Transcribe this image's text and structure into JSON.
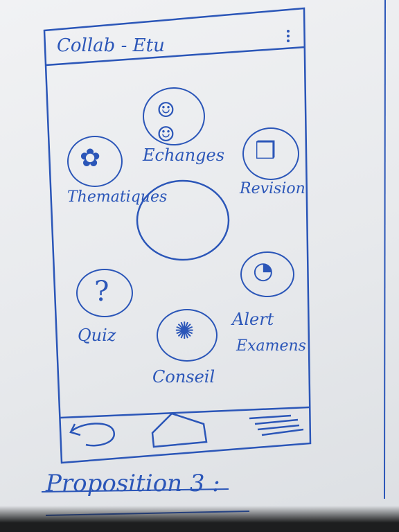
{
  "colors": {
    "ink": "#2b56b8",
    "paper": "#eceef1"
  },
  "app": {
    "title": "Collab - Etu",
    "menu_icon": "vertical-dots-icon"
  },
  "features": [
    {
      "id": "echanges",
      "label": "Echanges",
      "icon": "people-icon"
    },
    {
      "id": "thematiques",
      "label": "Thematiques",
      "icon": "open-book-icon"
    },
    {
      "id": "revision",
      "label": "Revision",
      "icon": "book-icon"
    },
    {
      "id": "quiz",
      "label": "Quiz",
      "icon": "question-mark-icon",
      "glyph": "?"
    },
    {
      "id": "alert-examens",
      "label": "Alert",
      "label2": "Examens",
      "icon": "alarm-icon"
    },
    {
      "id": "conseil",
      "label": "Conseil",
      "icon": "lightbulb-icon"
    }
  ],
  "bottom_nav": [
    {
      "id": "back",
      "icon": "back-arrow-icon"
    },
    {
      "id": "home",
      "icon": "home-icon"
    },
    {
      "id": "menu",
      "icon": "hamburger-icon"
    }
  ],
  "caption": "Proposition 3 :"
}
